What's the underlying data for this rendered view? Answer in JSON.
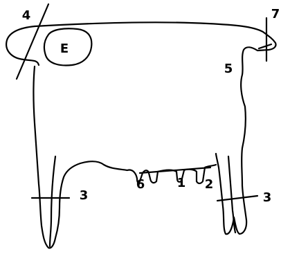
{
  "diagram": {
    "eye_label": "E",
    "labels": {
      "l4": "4",
      "l7": "7",
      "l5": "5",
      "l6": "6",
      "l1": "1",
      "l2": "2",
      "l3_left": "3",
      "l3_right": "3"
    },
    "stroke_color": "#000000",
    "background_color": "#ffffff"
  }
}
